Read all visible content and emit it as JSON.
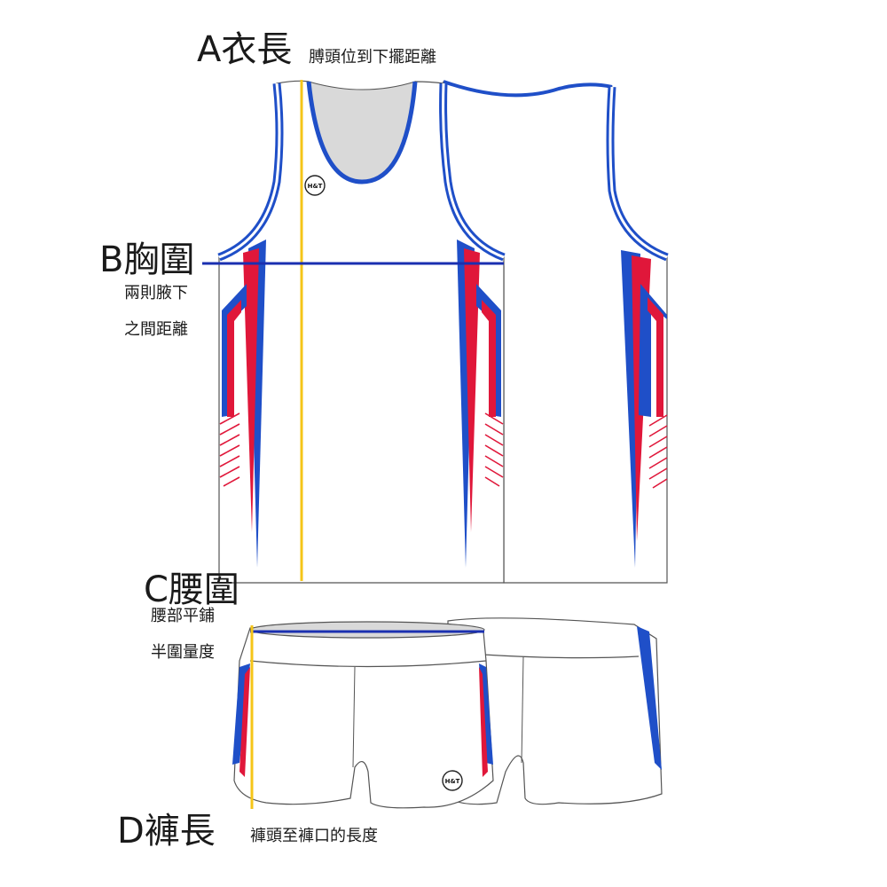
{
  "labels": {
    "a": {
      "title": "A衣長",
      "desc": "膊頭位到下擺距離"
    },
    "b": {
      "title": "B胸圍",
      "desc_line1": "兩則腋下",
      "desc_line2": "之間距離"
    },
    "c": {
      "title": "C腰圍",
      "desc_line1": "腰部平鋪",
      "desc_line2": "半圍量度"
    },
    "d": {
      "title": "D褲長",
      "desc": "褲頭至褲口的長度"
    }
  },
  "logo_text": "H&T",
  "colors": {
    "blue": "#1f4fc8",
    "red": "#e0173a",
    "measure_yellow": "#f5c518",
    "measure_blue": "#1a2fb0",
    "neck_gray": "#d9d9d9",
    "outline": "#555555"
  }
}
